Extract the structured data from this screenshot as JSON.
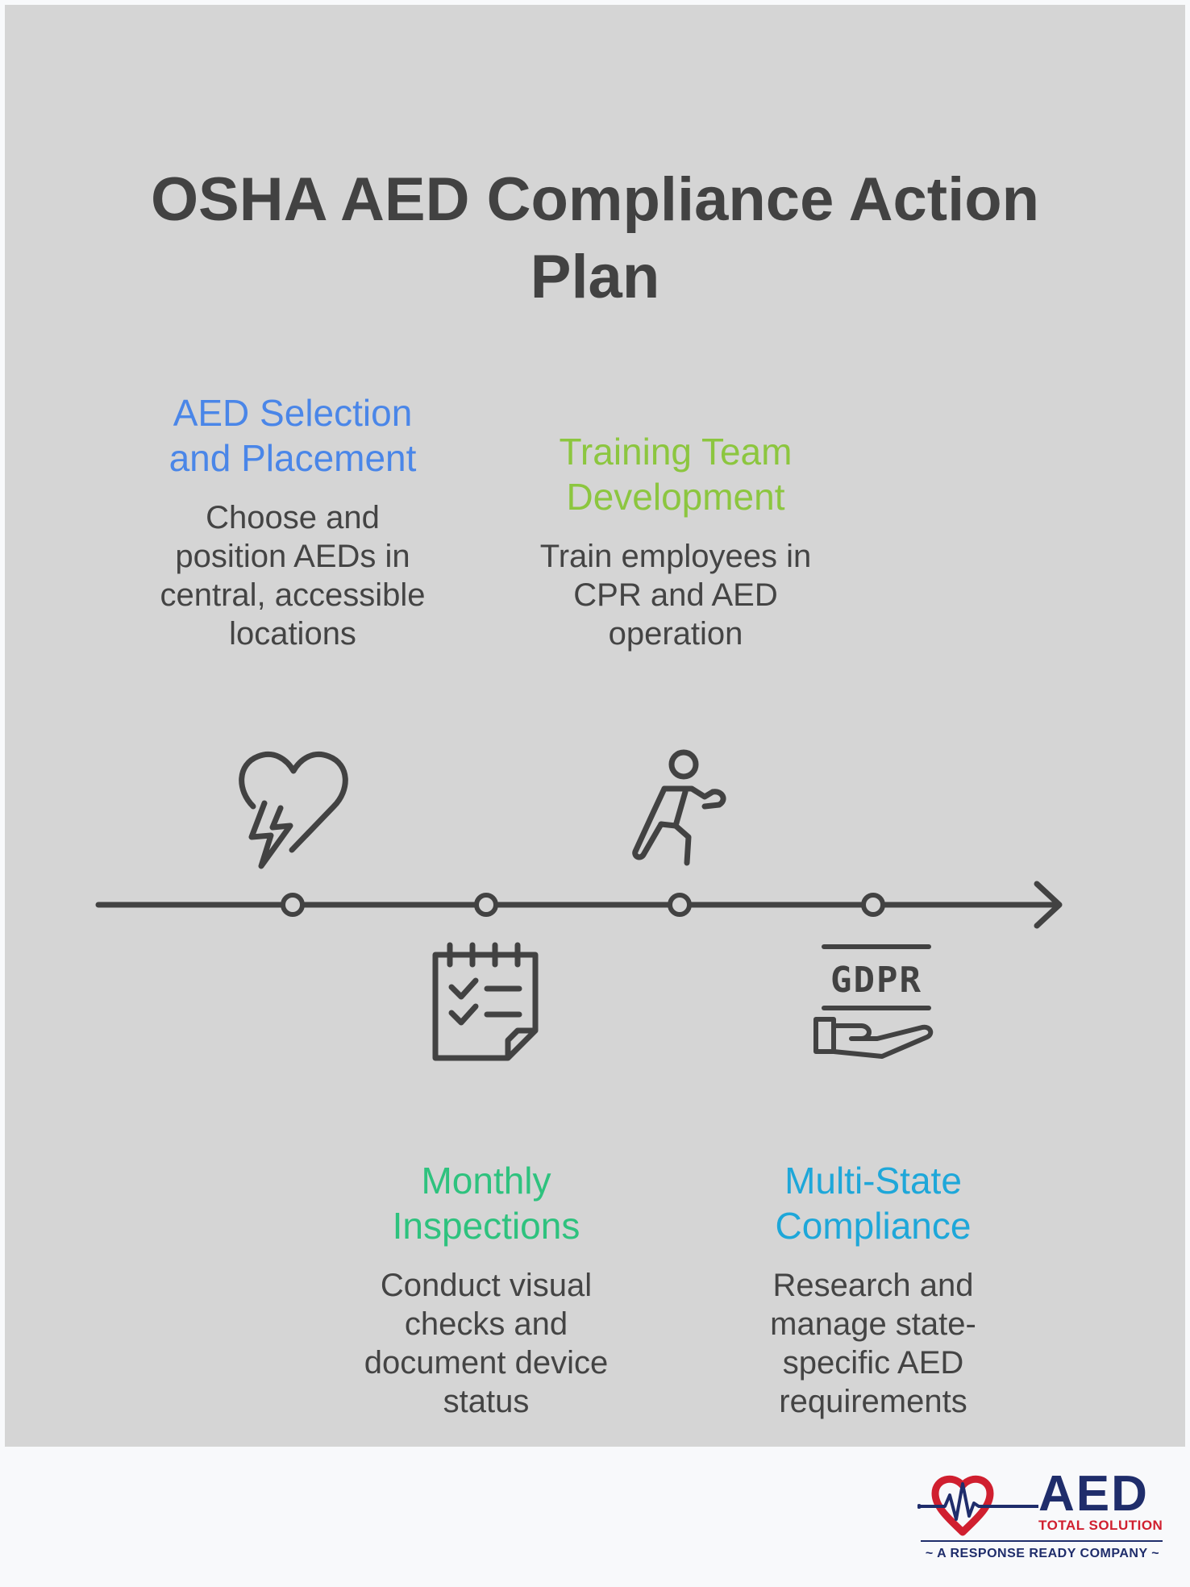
{
  "title": [
    "OSHA AED Compliance Action",
    "Plan"
  ],
  "steps": [
    {
      "heading": [
        "AED Selection",
        "and Placement"
      ],
      "description": [
        "Choose and",
        "position AEDs in",
        "central, accessible",
        "locations"
      ],
      "color": "#4a86e8",
      "icon": "heart-bolt-icon"
    },
    {
      "heading": [
        "Monthly",
        "Inspections"
      ],
      "description": [
        "Conduct visual",
        "checks and",
        "document device",
        "status"
      ],
      "color": "#2ec27e",
      "icon": "checklist-calendar-icon"
    },
    {
      "heading": [
        "Training Team",
        "Development"
      ],
      "description": [
        "Train employees in",
        "CPR and AED",
        "operation"
      ],
      "color": "#8cc63f",
      "icon": "exercise-person-icon"
    },
    {
      "heading": [
        "Multi-State",
        "Compliance"
      ],
      "description": [
        "Research and",
        "manage state-",
        "specific AED",
        "requirements"
      ],
      "color": "#1ea7d9",
      "icon": "gdpr-hand-icon"
    }
  ],
  "logo": {
    "name": "AED",
    "subname": "TOTAL SOLUTION",
    "tagline": "~ A RESPONSE READY COMPANY ~",
    "navy": "#1f2d6b",
    "red": "#d01f2f"
  }
}
